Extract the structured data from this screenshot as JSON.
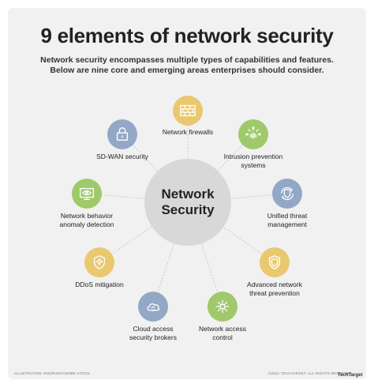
{
  "title": "9 elements of network security",
  "subtitle": {
    "line1": "Network security encompasses multiple types of capabilities and features.",
    "line2": "Below are nine core and emerging areas enterprises should consider."
  },
  "center": {
    "line1": "Network",
    "line2": "Security"
  },
  "colors": {
    "yellow": "#e9c870",
    "green": "#9fc96b",
    "blue": "#93a8c6",
    "hub": "#d8d8d8",
    "card": "#f1f1f1"
  },
  "elements": [
    {
      "id": "firewalls",
      "icon": "brick-wall-icon",
      "color": "yellow",
      "label": [
        "Network firewalls"
      ]
    },
    {
      "id": "ips",
      "icon": "circuit-fingerprint-icon",
      "color": "green",
      "label": [
        "Intrusion prevention",
        "systems"
      ]
    },
    {
      "id": "utm",
      "icon": "shield-refresh-icon",
      "color": "blue",
      "label": [
        "Unified threat",
        "management"
      ]
    },
    {
      "id": "atp",
      "icon": "shield-icon",
      "color": "yellow",
      "label": [
        "Advanced network",
        "threat prevention"
      ]
    },
    {
      "id": "nac",
      "icon": "network-node-icon",
      "color": "green",
      "label": [
        "Network access",
        "control"
      ]
    },
    {
      "id": "casb",
      "icon": "cloud-refresh-icon",
      "color": "blue",
      "label": [
        "Cloud access",
        "security brokers"
      ]
    },
    {
      "id": "ddos",
      "icon": "ddos-shield-icon",
      "color": "yellow",
      "label": [
        "DDoS mitigation"
      ]
    },
    {
      "id": "nbad",
      "icon": "monitor-eye-icon",
      "color": "green",
      "label": [
        "Network behavior",
        "anomaly detection"
      ]
    },
    {
      "id": "sdwan",
      "icon": "padlock-icon",
      "color": "blue",
      "label": [
        "SD-WAN security"
      ]
    }
  ],
  "footer": {
    "left": "Illustration: Rodrigo/Adobe Stock",
    "right": "©2021 TechTarget. All rights reserved",
    "logo": "TechTarget"
  }
}
